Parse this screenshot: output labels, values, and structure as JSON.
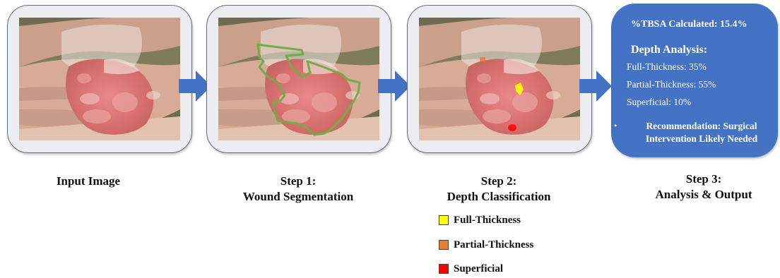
{
  "captions": {
    "input": "Input Image",
    "step1_line1": "Step 1:",
    "step1_line2": "Wound Segmentation",
    "step2_line1": "Step 2:",
    "step2_line2": "Depth Classification",
    "step3_line1": "Step 3:",
    "step3_line2": "Analysis & Output"
  },
  "output": {
    "tbsa": "%TBSA Calculated: 15.4%",
    "depth_heading": "Depth Analysis:",
    "full": "Full-Thickness: 35%",
    "partial": "Partial-Thickness: 55%",
    "superficial": "Superficial: 10%",
    "bullet": "•",
    "recommendation": "Recommendation: Surgical Intervention Likely Needed"
  },
  "legend": {
    "items": [
      {
        "label": "Full-Thickness",
        "color": "#ffff00"
      },
      {
        "label": "Partial-Thickness",
        "color": "#ed7d31"
      },
      {
        "label": "Superficial",
        "color": "#ff0000"
      }
    ]
  },
  "colors": {
    "arrow": "#4472c4",
    "segmentation_outline": "#70ad47",
    "output_box": "#4472c4"
  }
}
